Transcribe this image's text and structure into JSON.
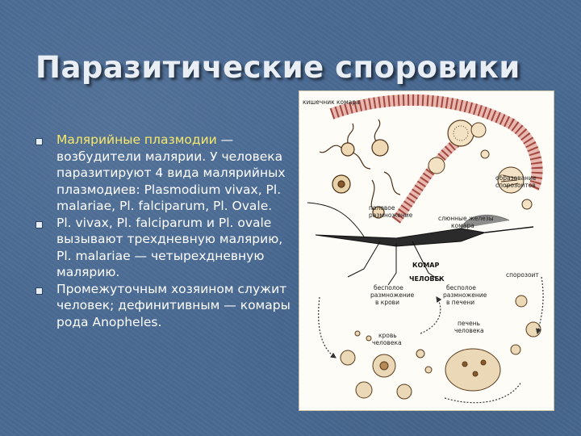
{
  "slide": {
    "title": "Паразитические споровики"
  },
  "bullets": [
    {
      "term": "Малярийные плазмодии",
      "text": " — возбудители малярии. У человека паразитируют 4 вида малярийных плазмодиев: Plasmodium vivax, Pl. malariae, Pl. falciparum, Pl. Ovale."
    },
    {
      "text": "Pl. vivax, Pl. falciparum и Pl. ovale вызывают трехдневную малярию, Pl. malariae — четырехдневную малярию."
    },
    {
      "text": "Промежуточным хозяином служит человек; дефинитивным — комары рода Anopheles."
    }
  ],
  "figure": {
    "labels": {
      "gut": "кишечник комара",
      "sporozoite_formation_1": "образование",
      "sporozoite_formation_2": "спорозоитов",
      "sexual_1": "половое",
      "sexual_2": "размножение",
      "salivary_1": "слюнные железы",
      "salivary_2": "комара",
      "mosquito": "КОМАР",
      "human": "ЧЕЛОВЕК",
      "sporozoite": "спорозоит",
      "asexual_blood_1": "бесполое",
      "asexual_blood_2": "размножение",
      "asexual_blood_3": "в крови",
      "asexual_liver_1": "бесполое",
      "asexual_liver_2": "размножение",
      "asexual_liver_3": "в печени",
      "liver_1": "печень",
      "liver_2": "человека",
      "blood_1": "кровь",
      "blood_2": "человека"
    }
  },
  "colors": {
    "background": "#4a6a93",
    "term": "#f7e96a",
    "text": "#ffffff"
  }
}
